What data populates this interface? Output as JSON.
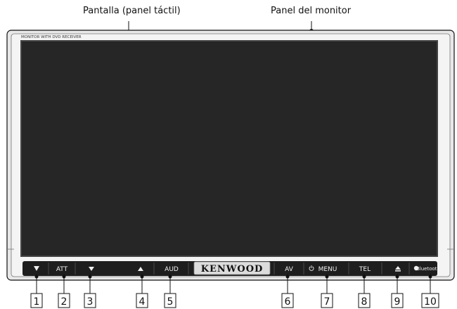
{
  "callouts": {
    "screen": "Pantalla (panel táctil)",
    "monitor_panel": "Panel del monitor"
  },
  "device": {
    "model_label": "MONITOR WITH DVD RECEIVER",
    "brand": "KENWOOD"
  },
  "buttons": [
    {
      "label": "",
      "icon": "down-triangle-icon",
      "number": "1"
    },
    {
      "label": "ATT",
      "icon": "",
      "number": "2"
    },
    {
      "label": "",
      "icon": "down-arrow-icon",
      "number": "3"
    },
    {
      "label": "",
      "icon": "up-arrow-icon",
      "number": "4"
    },
    {
      "label": "AUD",
      "icon": "",
      "number": "5"
    },
    {
      "label": "AV",
      "icon": "",
      "number": "6"
    },
    {
      "label": "MENU",
      "icon": "power-icon",
      "number": "7"
    },
    {
      "label": "TEL",
      "icon": "",
      "number": "8"
    },
    {
      "label": "",
      "icon": "eject-icon",
      "number": "9"
    },
    {
      "label": "Bluetooth",
      "icon": "bluetooth-icon",
      "number": "10"
    }
  ],
  "colors": {
    "bezel": "#e8e8e8",
    "screen": "#262626",
    "button_strip": "#1e1e1e"
  }
}
